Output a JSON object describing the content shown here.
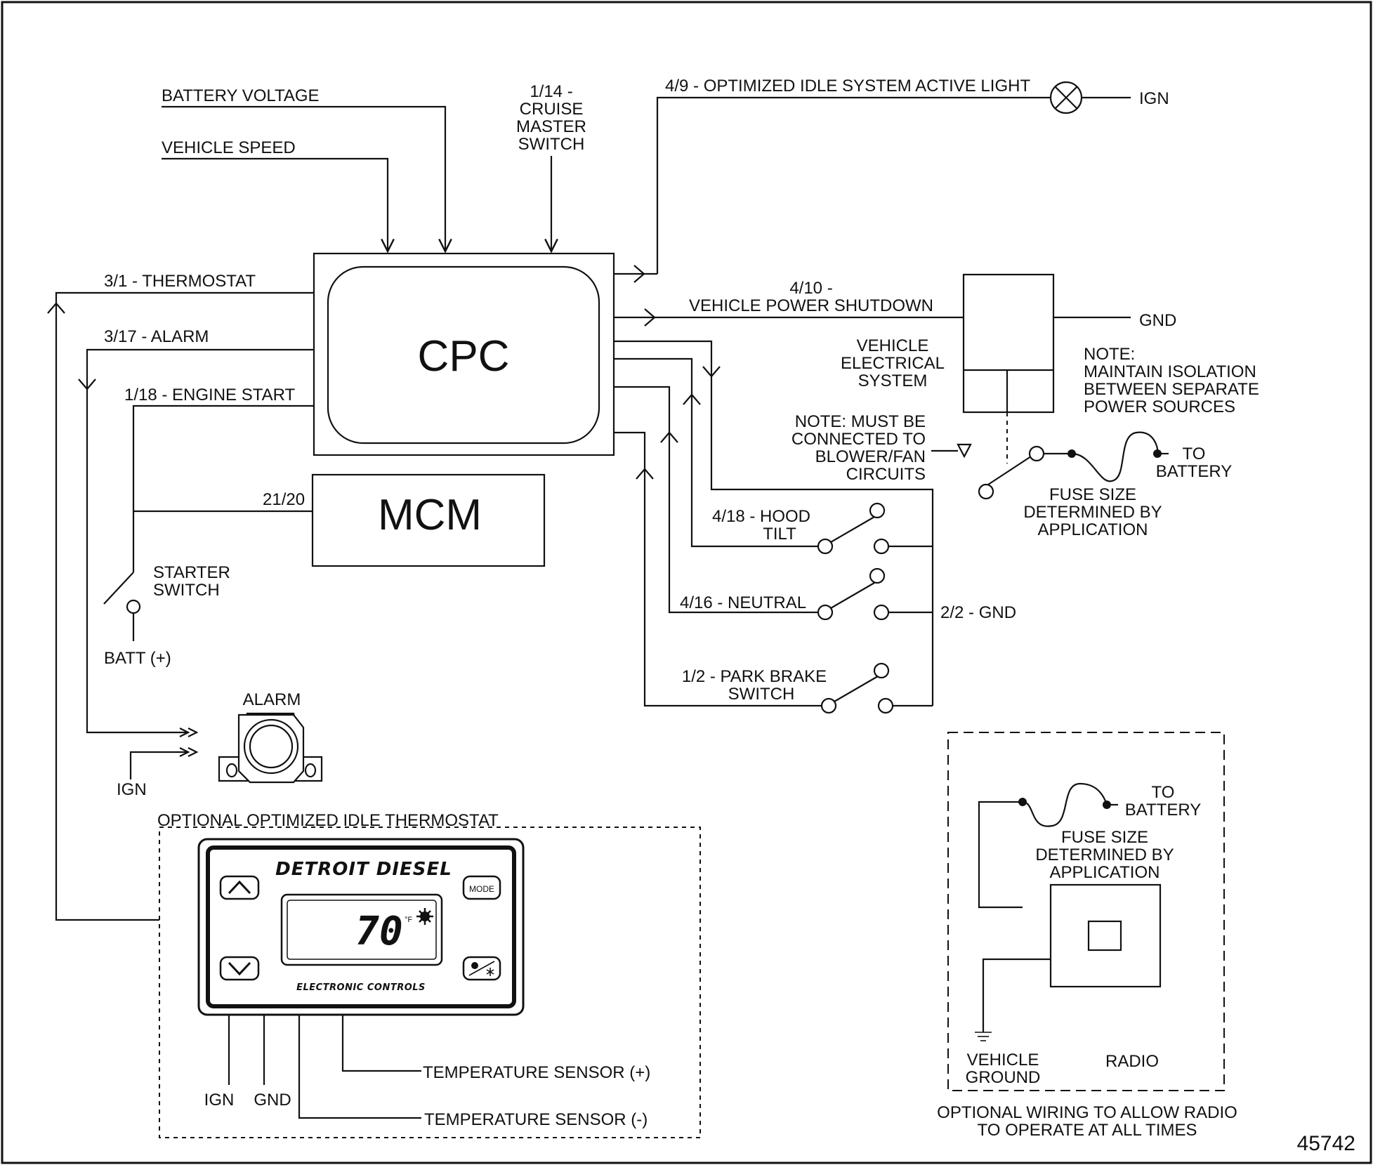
{
  "labels": {
    "battery_voltage": "BATTERY VOLTAGE",
    "vehicle_speed": "VEHICLE SPEED",
    "cruise_1": "1/14 -",
    "cruise_2": "CRUISE",
    "cruise_3": "MASTER",
    "cruise_4": "SWITCH",
    "idle_light": "4/9 - OPTIMIZED IDLE SYSTEM ACTIVE LIGHT",
    "ign_light": "IGN",
    "thermostat": "3/1 - THERMOSTAT",
    "alarm_wire": "3/17 - ALARM",
    "engine_start": "1/18 - ENGINE START",
    "cpc": "CPC",
    "mcm": "MCM",
    "mcm_wire": "21/20",
    "shutdown_1": "4/10 -",
    "shutdown_2": "VEHICLE POWER SHUTDOWN",
    "gnd_right": "GND",
    "ves_1": "VEHICLE",
    "ves_2": "ELECTRICAL",
    "ves_3": "SYSTEM",
    "note_iso_1": "NOTE:",
    "note_iso_2": "MAINTAIN ISOLATION",
    "note_iso_3": "BETWEEN SEPARATE",
    "note_iso_4": "POWER SOURCES",
    "note_blower_1": "NOTE: MUST BE",
    "note_blower_2": "CONNECTED TO",
    "note_blower_3": "BLOWER/FAN",
    "note_blower_4": "CIRCUITS",
    "to_battery_1a": "TO",
    "to_battery_1b": "BATTERY",
    "fuse_1a": "FUSE SIZE",
    "fuse_1b": "DETERMINED BY",
    "fuse_1c": "APPLICATION",
    "hood_1": "4/18 - HOOD",
    "hood_2": "TILT",
    "neutral": "4/16 - NEUTRAL",
    "gnd_22": "2/2 - GND",
    "park_1": "1/2 - PARK BRAKE",
    "park_2": "SWITCH",
    "starter_1": "STARTER",
    "starter_2": "SWITCH",
    "batt_plus": "BATT (+)",
    "alarm": "ALARM",
    "ign_alarm": "IGN",
    "opt_thermostat": "OPTIONAL OPTIMIZED IDLE THERMOSTAT",
    "brand": "DETROIT DIESEL",
    "mode": "MODE",
    "temp_value": "70",
    "temp_unit": "°F",
    "electronic_controls": "ELECTRONIC CONTROLS",
    "temp_sensor_pos": "TEMPERATURE SENSOR (+)",
    "temp_sensor_neg": "TEMPERATURE SENSOR (-)",
    "ign_thermo": "IGN",
    "gnd_thermo": "GND",
    "to_battery_2a": "TO",
    "to_battery_2b": "BATTERY",
    "fuse_2a": "FUSE SIZE",
    "fuse_2b": "DETERMINED BY",
    "fuse_2c": "APPLICATION",
    "vehicle_ground_1": "VEHICLE",
    "vehicle_ground_2": "GROUND",
    "radio": "RADIO",
    "opt_radio_1": "OPTIONAL WIRING TO ALLOW RADIO",
    "opt_radio_2": "TO OPERATE AT ALL TIMES",
    "figure_number": "45742"
  }
}
